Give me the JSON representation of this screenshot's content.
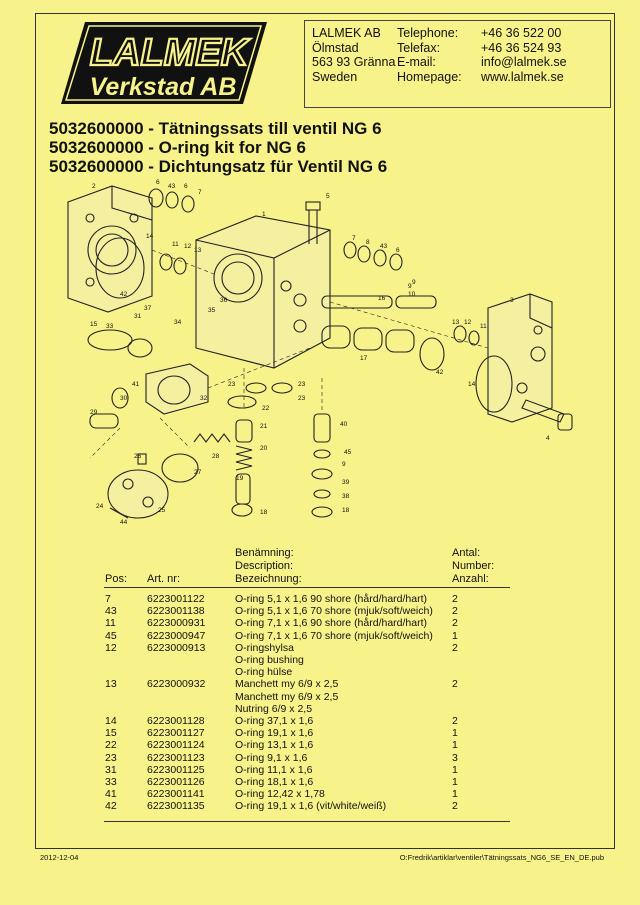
{
  "logo": {
    "line1": "LALMEK",
    "line2": "Verkstad AB"
  },
  "contact": {
    "company": [
      "LALMEK AB",
      "Ölmstad",
      "563 93 Gränna",
      "Sweden"
    ],
    "labels": [
      "Telephone:",
      "Telefax:",
      "E-mail:",
      "Homepage:"
    ],
    "values": [
      "+46 36 522 00",
      "+46 36 524 93",
      "info@lalmek.se",
      "www.lalmek.se"
    ]
  },
  "titles": [
    "5032600000 - Tätningssats till ventil NG 6",
    "5032600000 - O-ring kit for NG 6",
    "5032600000 - Dichtungsatz für Ventil NG 6"
  ],
  "diagram_labels": [
    "2",
    "6",
    "43",
    "6",
    "7",
    "1",
    "5",
    "14",
    "11",
    "12",
    "13",
    "7",
    "8",
    "43",
    "6",
    "42",
    "36",
    "37",
    "31",
    "15",
    "33",
    "34",
    "35",
    "16",
    "10",
    "9",
    "9",
    "3",
    "13",
    "12",
    "11",
    "17",
    "42",
    "14",
    "41",
    "30",
    "32",
    "23",
    "23",
    "22",
    "23",
    "29",
    "21",
    "40",
    "20",
    "45",
    "28",
    "26",
    "9",
    "27",
    "39",
    "19",
    "38",
    "24",
    "25",
    "18",
    "18",
    "44",
    "4"
  ],
  "table": {
    "headers": {
      "pos": "Pos:",
      "art": "Art. nr:",
      "desc": [
        "Benämning:",
        "Description:",
        "Bezeichnung:"
      ],
      "qty": [
        "Antal:",
        "Number:",
        "Anzahl:"
      ]
    },
    "rows": [
      {
        "pos": "7",
        "art": "6223001122",
        "desc": "O-ring 5,1 x 1,6  90 shore (hård/hard/hart)",
        "qty": "2"
      },
      {
        "pos": "43",
        "art": "6223001138",
        "desc": "O-ring 5,1 x 1,6  70 shore (mjuk/soft/weich)",
        "qty": "2"
      },
      {
        "pos": "11",
        "art": "6223000931",
        "desc": "O-ring 7,1 x 1,6  90 shore (hård/hard/hart)",
        "qty": "2"
      },
      {
        "pos": "45",
        "art": "6223000947",
        "desc": "O-ring 7,1 x 1,6  70 shore (mjuk/soft/weich)",
        "qty": "1"
      },
      {
        "pos": "12",
        "art": "6223000913",
        "desc": "O-ringshylsa",
        "qty": "2"
      },
      {
        "pos": "",
        "art": "",
        "desc": "O-ring bushing",
        "qty": ""
      },
      {
        "pos": "",
        "art": "",
        "desc": "O-ring hülse",
        "qty": ""
      },
      {
        "pos": "13",
        "art": "6223000932",
        "desc": "Manchett my 6/9 x 2,5",
        "qty": "2"
      },
      {
        "pos": "",
        "art": "",
        "desc": "Manchett my 6/9 x 2,5",
        "qty": ""
      },
      {
        "pos": "",
        "art": "",
        "desc": "Nutring 6/9 x 2,5",
        "qty": ""
      },
      {
        "pos": "14",
        "art": "6223001128",
        "desc": "O-ring 37,1 x 1,6",
        "qty": "2"
      },
      {
        "pos": "15",
        "art": "6223001127",
        "desc": "O-ring 19,1 x 1,6",
        "qty": "1"
      },
      {
        "pos": "22",
        "art": "6223001124",
        "desc": "O-ring 13,1 x 1,6",
        "qty": "1"
      },
      {
        "pos": "23",
        "art": "6223001123",
        "desc": "O-ring 9,1 x 1,6",
        "qty": "3"
      },
      {
        "pos": "31",
        "art": "6223001125",
        "desc": "O-ring 11,1 x 1,6",
        "qty": "1"
      },
      {
        "pos": "33",
        "art": "6223001126",
        "desc": "O-ring 18,1 x 1,6",
        "qty": "1"
      },
      {
        "pos": "41",
        "art": "6223001141",
        "desc": "O-ring 12,42 x 1,78",
        "qty": "1"
      },
      {
        "pos": "42",
        "art": "6223001135",
        "desc": "O-ring 19,1 x 1,6  (vit/white/weiß)",
        "qty": "2"
      }
    ]
  },
  "footer": {
    "date": "2012-12-04",
    "path": "O:Fredrik\\artiklar\\ventiler\\Tätningssats_NG6_SE_EN_DE.pub"
  }
}
